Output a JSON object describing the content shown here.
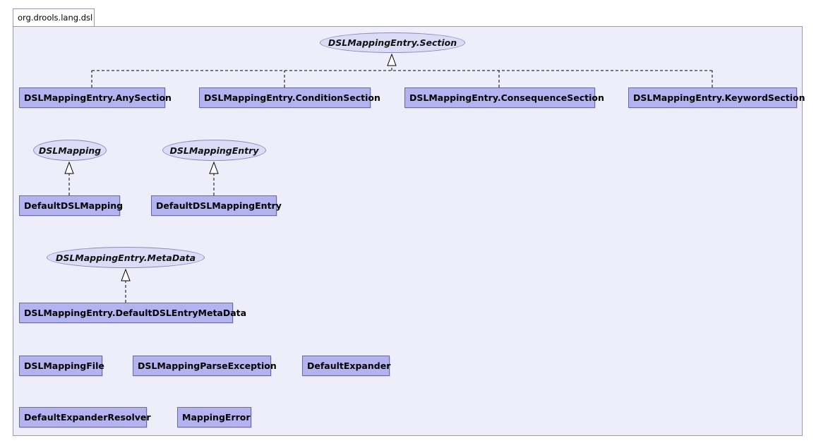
{
  "package": {
    "name": "org.drools.lang.dsl"
  },
  "interfaces": {
    "section": "DSLMappingEntry.Section",
    "mapping": "DSLMapping",
    "mapping_entry": "DSLMappingEntry",
    "metadata": "DSLMappingEntry.MetaData"
  },
  "classes": {
    "any_section": "DSLMappingEntry.AnySection",
    "condition_section": "DSLMappingEntry.ConditionSection",
    "consequence_section": "DSLMappingEntry.ConsequenceSection",
    "keyword_section": "DSLMappingEntry.KeywordSection",
    "default_dsl_mapping": "DefaultDSLMapping",
    "default_dsl_mapping_entry": "DefaultDSLMappingEntry",
    "default_entry_metadata": "DSLMappingEntry.DefaultDSLEntryMetaData",
    "dsl_mapping_file": "DSLMappingFile",
    "dsl_mapping_parse_exception": "DSLMappingParseException",
    "default_expander": "DefaultExpander",
    "default_expander_resolver": "DefaultExpanderResolver",
    "mapping_error": "MappingError"
  },
  "colors": {
    "class_fill": "#b3b3f0",
    "interface_fill": "#dcdcf6",
    "package_fill": "#eeeefa"
  }
}
